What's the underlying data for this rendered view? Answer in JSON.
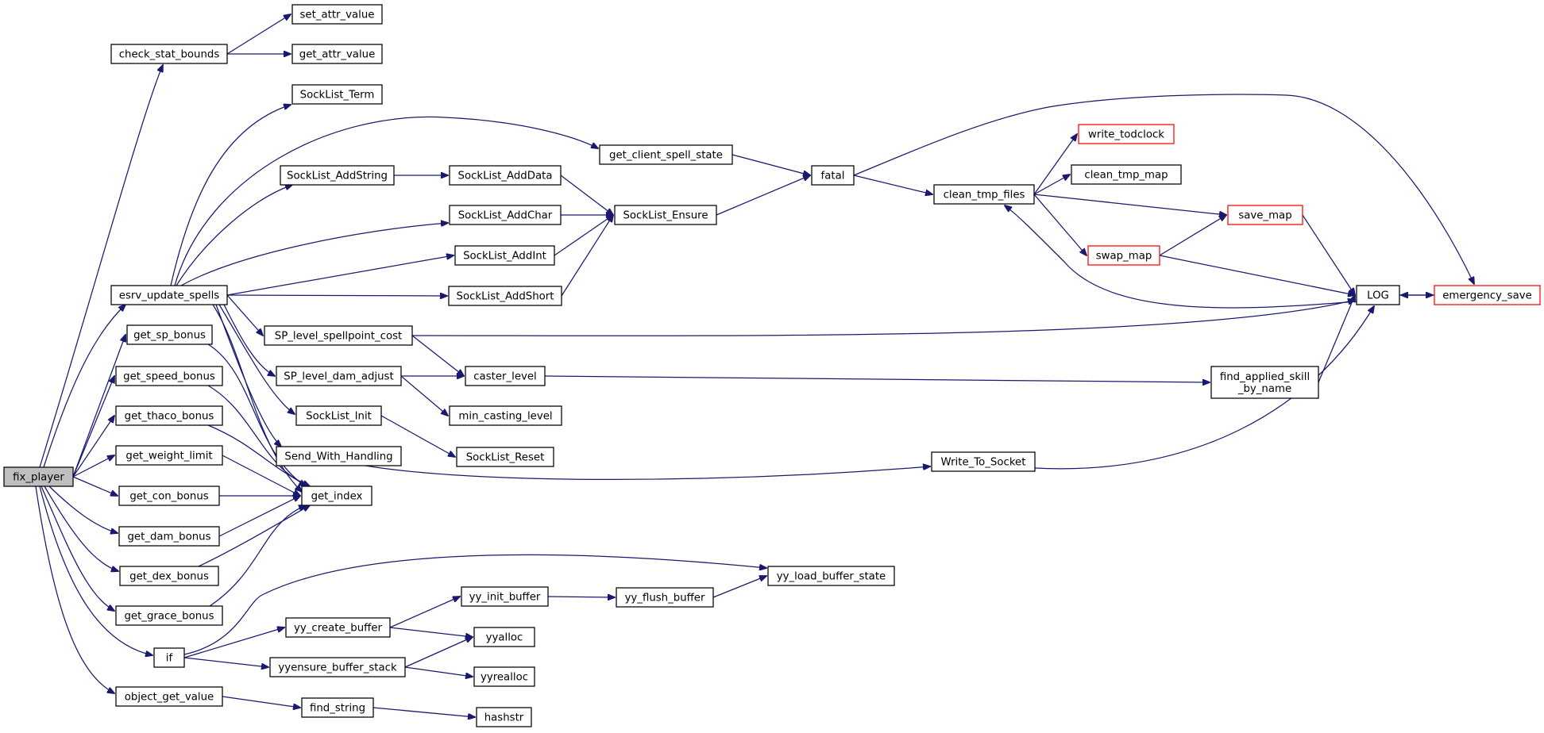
{
  "graph": {
    "nodes": [
      {
        "id": "fix_player",
        "label": "fix_player",
        "style": "root"
      },
      {
        "id": "check_stat_bounds",
        "label": "check_stat_bounds"
      },
      {
        "id": "set_attr_value",
        "label": "set_attr_value"
      },
      {
        "id": "get_attr_value",
        "label": "get_attr_value"
      },
      {
        "id": "SockList_Term",
        "label": "SockList_Term"
      },
      {
        "id": "esrv_update_spells",
        "label": "esrv_update_spells"
      },
      {
        "id": "get_client_spell_state",
        "label": "get_client_spell_state"
      },
      {
        "id": "fatal",
        "label": "fatal"
      },
      {
        "id": "SockList_AddString",
        "label": "SockList_AddString"
      },
      {
        "id": "SockList_AddData",
        "label": "SockList_AddData"
      },
      {
        "id": "SockList_AddChar",
        "label": "SockList_AddChar"
      },
      {
        "id": "SockList_Ensure",
        "label": "SockList_Ensure"
      },
      {
        "id": "SockList_AddInt",
        "label": "SockList_AddInt"
      },
      {
        "id": "SockList_AddShort",
        "label": "SockList_AddShort"
      },
      {
        "id": "write_todclock",
        "label": "write_todclock",
        "style": "red"
      },
      {
        "id": "clean_tmp_map",
        "label": "clean_tmp_map"
      },
      {
        "id": "clean_tmp_files",
        "label": "clean_tmp_files"
      },
      {
        "id": "save_map",
        "label": "save_map",
        "style": "red"
      },
      {
        "id": "swap_map",
        "label": "swap_map",
        "style": "red"
      },
      {
        "id": "LOG",
        "label": "LOG"
      },
      {
        "id": "emergency_save",
        "label": "emergency_save",
        "style": "red"
      },
      {
        "id": "get_sp_bonus",
        "label": "get_sp_bonus"
      },
      {
        "id": "SP_level_spellpoint_cost",
        "label": "SP_level_spellpoint_cost"
      },
      {
        "id": "get_speed_bonus",
        "label": "get_speed_bonus"
      },
      {
        "id": "SP_level_dam_adjust",
        "label": "SP_level_dam_adjust"
      },
      {
        "id": "caster_level",
        "label": "caster_level"
      },
      {
        "id": "find_applied_skill_by_name",
        "label": "find_applied_skill\n_by_name"
      },
      {
        "id": "get_thaco_bonus",
        "label": "get_thaco_bonus"
      },
      {
        "id": "SockList_Init",
        "label": "SockList_Init"
      },
      {
        "id": "min_casting_level",
        "label": "min_casting_level"
      },
      {
        "id": "get_weight_limit",
        "label": "get_weight_limit"
      },
      {
        "id": "Send_With_Handling",
        "label": "Send_With_Handling"
      },
      {
        "id": "SockList_Reset",
        "label": "SockList_Reset"
      },
      {
        "id": "Write_To_Socket",
        "label": "Write_To_Socket"
      },
      {
        "id": "get_con_bonus",
        "label": "get_con_bonus"
      },
      {
        "id": "get_index",
        "label": "get_index"
      },
      {
        "id": "get_dam_bonus",
        "label": "get_dam_bonus"
      },
      {
        "id": "get_dex_bonus",
        "label": "get_dex_bonus"
      },
      {
        "id": "yy_load_buffer_state",
        "label": "yy_load_buffer_state"
      },
      {
        "id": "yy_init_buffer",
        "label": "yy_init_buffer"
      },
      {
        "id": "yy_flush_buffer",
        "label": "yy_flush_buffer"
      },
      {
        "id": "get_grace_bonus",
        "label": "get_grace_bonus"
      },
      {
        "id": "yy_create_buffer",
        "label": "yy_create_buffer"
      },
      {
        "id": "yyalloc",
        "label": "yyalloc"
      },
      {
        "id": "if",
        "label": "if"
      },
      {
        "id": "yyensure_buffer_stack",
        "label": "yyensure_buffer_stack"
      },
      {
        "id": "yyrealloc",
        "label": "yyrealloc"
      },
      {
        "id": "object_get_value",
        "label": "object_get_value"
      },
      {
        "id": "find_string",
        "label": "find_string"
      },
      {
        "id": "hashstr",
        "label": "hashstr"
      }
    ],
    "edges": [
      [
        "fix_player",
        "check_stat_bounds"
      ],
      [
        "fix_player",
        "esrv_update_spells"
      ],
      [
        "fix_player",
        "get_sp_bonus"
      ],
      [
        "fix_player",
        "get_speed_bonus"
      ],
      [
        "fix_player",
        "get_thaco_bonus"
      ],
      [
        "fix_player",
        "get_weight_limit"
      ],
      [
        "fix_player",
        "get_con_bonus"
      ],
      [
        "fix_player",
        "get_dam_bonus"
      ],
      [
        "fix_player",
        "get_dex_bonus"
      ],
      [
        "fix_player",
        "get_grace_bonus"
      ],
      [
        "fix_player",
        "if"
      ],
      [
        "fix_player",
        "object_get_value"
      ],
      [
        "check_stat_bounds",
        "set_attr_value"
      ],
      [
        "check_stat_bounds",
        "get_attr_value"
      ],
      [
        "esrv_update_spells",
        "SockList_Term"
      ],
      [
        "esrv_update_spells",
        "get_client_spell_state"
      ],
      [
        "esrv_update_spells",
        "SockList_AddString"
      ],
      [
        "esrv_update_spells",
        "SockList_AddChar"
      ],
      [
        "esrv_update_spells",
        "SockList_AddInt"
      ],
      [
        "esrv_update_spells",
        "SockList_AddShort"
      ],
      [
        "esrv_update_spells",
        "SP_level_spellpoint_cost"
      ],
      [
        "esrv_update_spells",
        "SP_level_dam_adjust"
      ],
      [
        "esrv_update_spells",
        "SockList_Init"
      ],
      [
        "esrv_update_spells",
        "Send_With_Handling"
      ],
      [
        "esrv_update_spells",
        "get_index"
      ],
      [
        "get_client_spell_state",
        "fatal"
      ],
      [
        "SockList_AddString",
        "SockList_AddData"
      ],
      [
        "SockList_AddData",
        "SockList_Ensure"
      ],
      [
        "SockList_AddChar",
        "SockList_Ensure"
      ],
      [
        "SockList_AddInt",
        "SockList_Ensure"
      ],
      [
        "SockList_AddShort",
        "SockList_Ensure"
      ],
      [
        "SockList_Ensure",
        "fatal"
      ],
      [
        "fatal",
        "clean_tmp_files"
      ],
      [
        "fatal",
        "emergency_save"
      ],
      [
        "clean_tmp_files",
        "write_todclock"
      ],
      [
        "clean_tmp_files",
        "clean_tmp_map"
      ],
      [
        "clean_tmp_files",
        "save_map"
      ],
      [
        "clean_tmp_files",
        "swap_map"
      ],
      [
        "swap_map",
        "save_map"
      ],
      [
        "swap_map",
        "LOG"
      ],
      [
        "save_map",
        "LOG"
      ],
      [
        "LOG",
        "clean_tmp_files"
      ],
      [
        "LOG",
        "emergency_save"
      ],
      [
        "emergency_save",
        "LOG"
      ],
      [
        "SP_level_spellpoint_cost",
        "LOG"
      ],
      [
        "SP_level_spellpoint_cost",
        "caster_level"
      ],
      [
        "SP_level_dam_adjust",
        "caster_level"
      ],
      [
        "SP_level_dam_adjust",
        "min_casting_level"
      ],
      [
        "caster_level",
        "find_applied_skill_by_name"
      ],
      [
        "find_applied_skill_by_name",
        "LOG"
      ],
      [
        "SockList_Init",
        "SockList_Reset"
      ],
      [
        "Send_With_Handling",
        "Write_To_Socket"
      ],
      [
        "Write_To_Socket",
        "LOG"
      ],
      [
        "get_sp_bonus",
        "get_index"
      ],
      [
        "get_speed_bonus",
        "get_index"
      ],
      [
        "get_thaco_bonus",
        "get_index"
      ],
      [
        "get_weight_limit",
        "get_index"
      ],
      [
        "get_con_bonus",
        "get_index"
      ],
      [
        "get_dam_bonus",
        "get_index"
      ],
      [
        "get_dex_bonus",
        "get_index"
      ],
      [
        "get_grace_bonus",
        "get_index"
      ],
      [
        "if",
        "yy_load_buffer_state"
      ],
      [
        "if",
        "yy_create_buffer"
      ],
      [
        "if",
        "yyensure_buffer_stack"
      ],
      [
        "yy_create_buffer",
        "yy_init_buffer"
      ],
      [
        "yy_create_buffer",
        "yyalloc"
      ],
      [
        "yy_init_buffer",
        "yy_flush_buffer"
      ],
      [
        "yy_flush_buffer",
        "yy_load_buffer_state"
      ],
      [
        "yyensure_buffer_stack",
        "yyalloc"
      ],
      [
        "yyensure_buffer_stack",
        "yyrealloc"
      ],
      [
        "object_get_value",
        "find_string"
      ],
      [
        "find_string",
        "hashstr"
      ]
    ]
  }
}
